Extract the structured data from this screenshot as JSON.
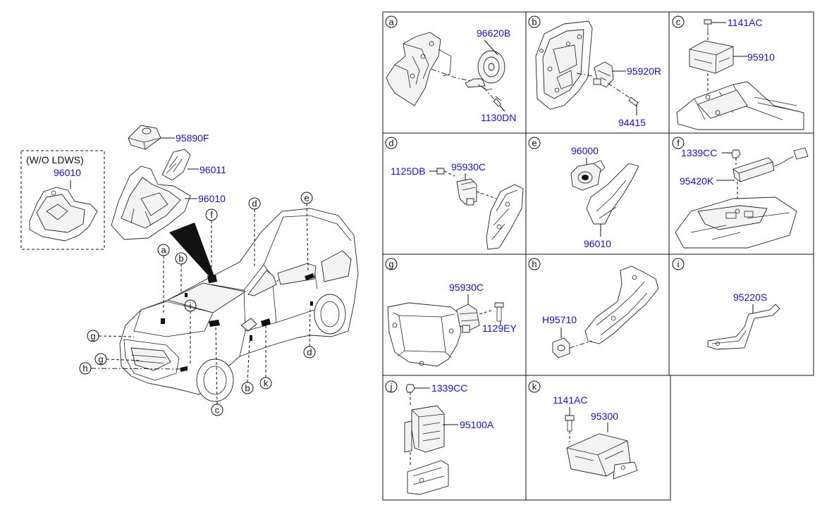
{
  "cells": [
    {
      "letter": "a",
      "parts": [
        "96620B",
        "1130DN"
      ]
    },
    {
      "letter": "b",
      "parts": [
        "95920R",
        "94415"
      ]
    },
    {
      "letter": "c",
      "parts": [
        "1141AC",
        "95910"
      ]
    },
    {
      "letter": "d",
      "parts": [
        "1125DB",
        "95930C"
      ]
    },
    {
      "letter": "e",
      "parts": [
        "96000",
        "96010"
      ]
    },
    {
      "letter": "f",
      "parts": [
        "1339CC",
        "95420K"
      ]
    },
    {
      "letter": "g",
      "parts": [
        "95930C",
        "1129EY"
      ]
    },
    {
      "letter": "h",
      "parts": [
        "H95710"
      ]
    },
    {
      "letter": "i",
      "parts": [
        "95220S"
      ]
    },
    {
      "letter": "j",
      "parts": [
        "1339CC",
        "95100A"
      ]
    },
    {
      "letter": "k",
      "parts": [
        "1141AC",
        "95300"
      ]
    }
  ],
  "left": {
    "wo_ldws_label": "(W/O LDWS)",
    "wo_ldws_part": "96010",
    "camera_parts": [
      "95890F",
      "96011",
      "96010"
    ],
    "vehicle_callouts": [
      "a",
      "b",
      "c",
      "d",
      "e",
      "f",
      "g",
      "g",
      "h",
      "i",
      "b",
      "k",
      "d"
    ]
  }
}
